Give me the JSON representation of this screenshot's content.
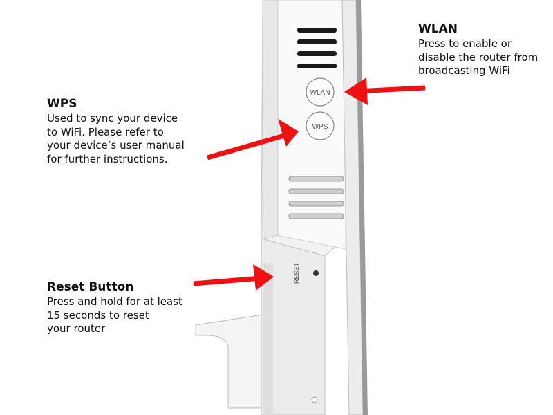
{
  "callouts": {
    "wlan": {
      "title": "WLAN",
      "lines": [
        "Press to enable or",
        "disable the router from",
        "broadcasting WiFi"
      ]
    },
    "wps": {
      "title": "WPS",
      "lines": [
        "Used to sync your device",
        "to WiFi. Please refer to",
        "your device’s user manual",
        "for further instructions."
      ]
    },
    "reset": {
      "title": "Reset Button",
      "lines": [
        "Press and hold for at least",
        "15 seconds to reset",
        "your router"
      ]
    }
  },
  "device": {
    "wlan_button_label": "WLAN",
    "wps_button_label": "WPS",
    "reset_label": "RESET"
  },
  "colors": {
    "arrow": "#ee1111",
    "body": "#f3f3f3",
    "outline": "#b8b8b8"
  }
}
